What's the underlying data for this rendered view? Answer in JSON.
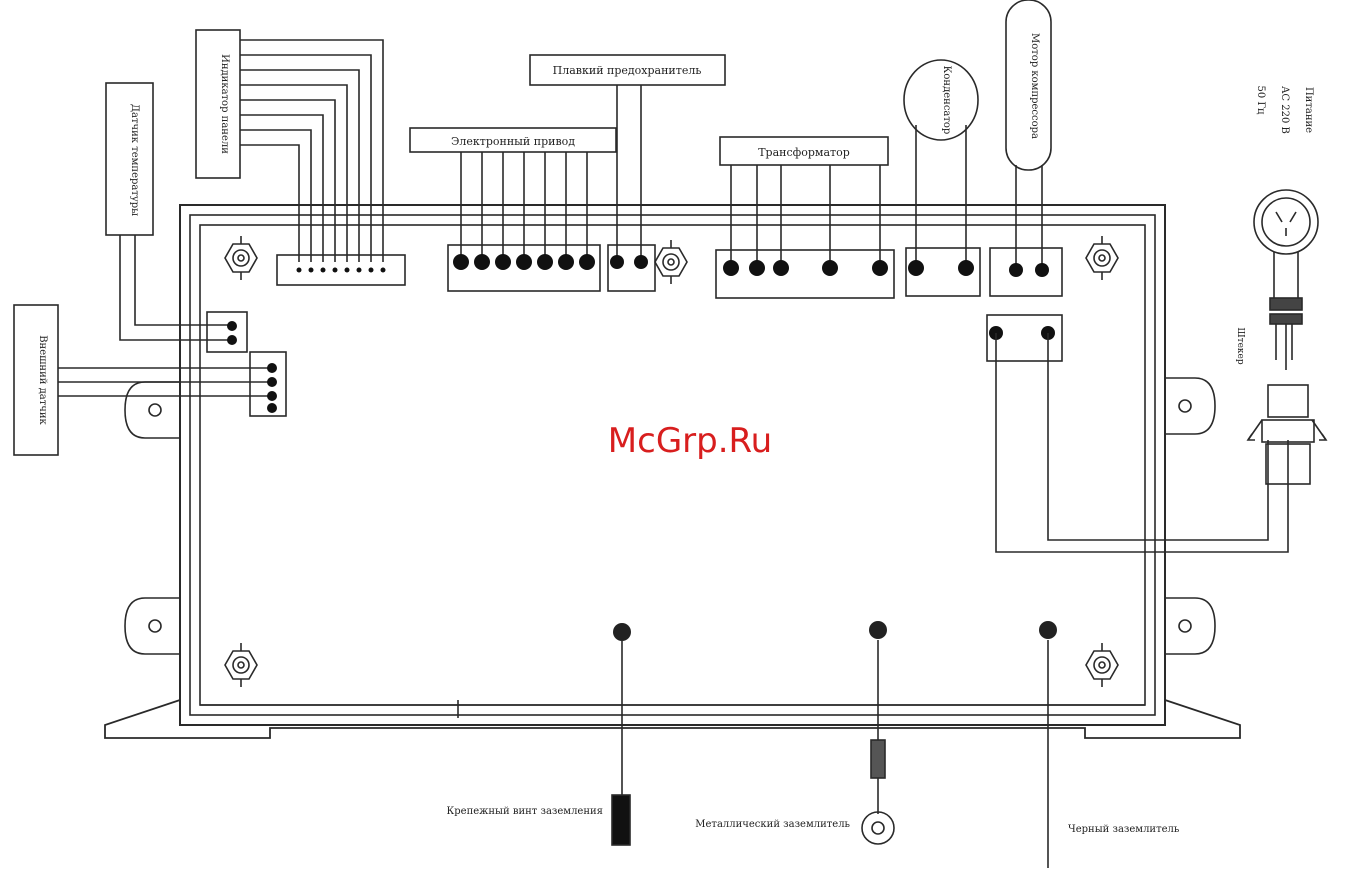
{
  "watermark": "McGrp.Ru",
  "labels": {
    "top_group_1": "Индикатор панели",
    "top_group_2": "Электронный привод",
    "fuse": "Плавкий предохранитель",
    "transformer": "Трансформатор",
    "capacitor": "Конденсатор",
    "compressor_motor": "Мотор компрессора",
    "sensor_left_1": "Датчик температуры",
    "sensor_left_2": "Внешний датчик",
    "power_supply_1": "Питание",
    "power_supply_2": "AC 220 В",
    "power_supply_3": "50 Гц",
    "plug_label": "Штекер",
    "bottom_ground_1": "Крепежный винт заземления",
    "bottom_ground_2": "Металлический заземлитель",
    "bottom_ground_3": "Черный заземлитель"
  },
  "colors": {
    "line": "#2a2a2a",
    "watermark": "#d81e1e",
    "terminal": "#111111"
  }
}
